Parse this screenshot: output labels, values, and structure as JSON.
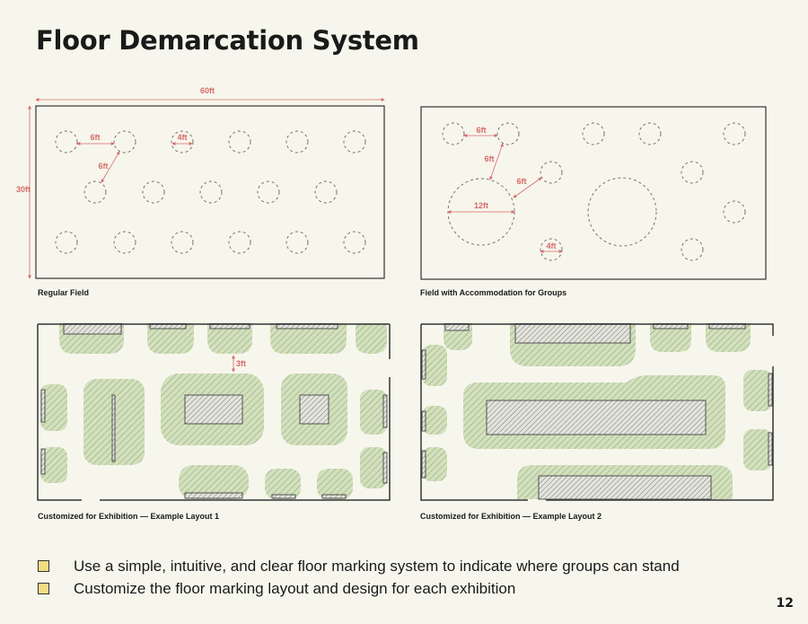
{
  "page": {
    "title": "Floor Demarcation System",
    "page_number": "12"
  },
  "panels": {
    "regular": {
      "caption": "Regular Field",
      "dim_width": "60ft",
      "dim_height": "30ft",
      "dim_spacing_h": "6ft",
      "dim_circle": "4ft",
      "dim_spacing_diag": "6ft"
    },
    "groups": {
      "caption": "Field with Accommodation for Groups",
      "dim_spacing_h": "6ft",
      "dim_spacing_diag1": "6ft",
      "dim_spacing_diag2": "6ft",
      "dim_group": "12ft",
      "dim_circle": "4ft"
    },
    "layout1": {
      "caption": "Customized for Exhibition — Example Layout 1",
      "dim_gap": "3ft"
    },
    "layout2": {
      "caption": "Customized for Exhibition — Example Layout 2"
    }
  },
  "bullets": [
    "Use a simple, intuitive, and clear floor marking system to indicate where groups can stand",
    "Customize the floor marking layout and design for each exhibition"
  ],
  "colors": {
    "background": "#f7f6ec",
    "dimension": "#d66a6a",
    "zone_fill": "#d3e0bf",
    "bullet_box": "#f3dd84"
  }
}
